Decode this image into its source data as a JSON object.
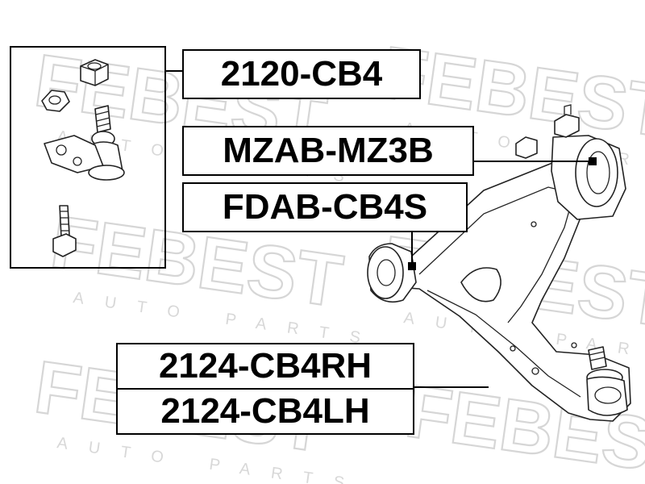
{
  "watermark": {
    "brand": "FEBEST",
    "subtitle": "AUTO PARTS"
  },
  "labels": {
    "ball_joint_kit": "2120-CB4",
    "rear_bushing": "MZAB-MZ3B",
    "front_bushing": "FDAB-CB4S",
    "arm_right": "2124-CB4RH",
    "arm_left": "2124-CB4LH"
  },
  "colors": {
    "ink": "#000000",
    "watermark": "#d6d6d6",
    "background": "#ffffff"
  }
}
